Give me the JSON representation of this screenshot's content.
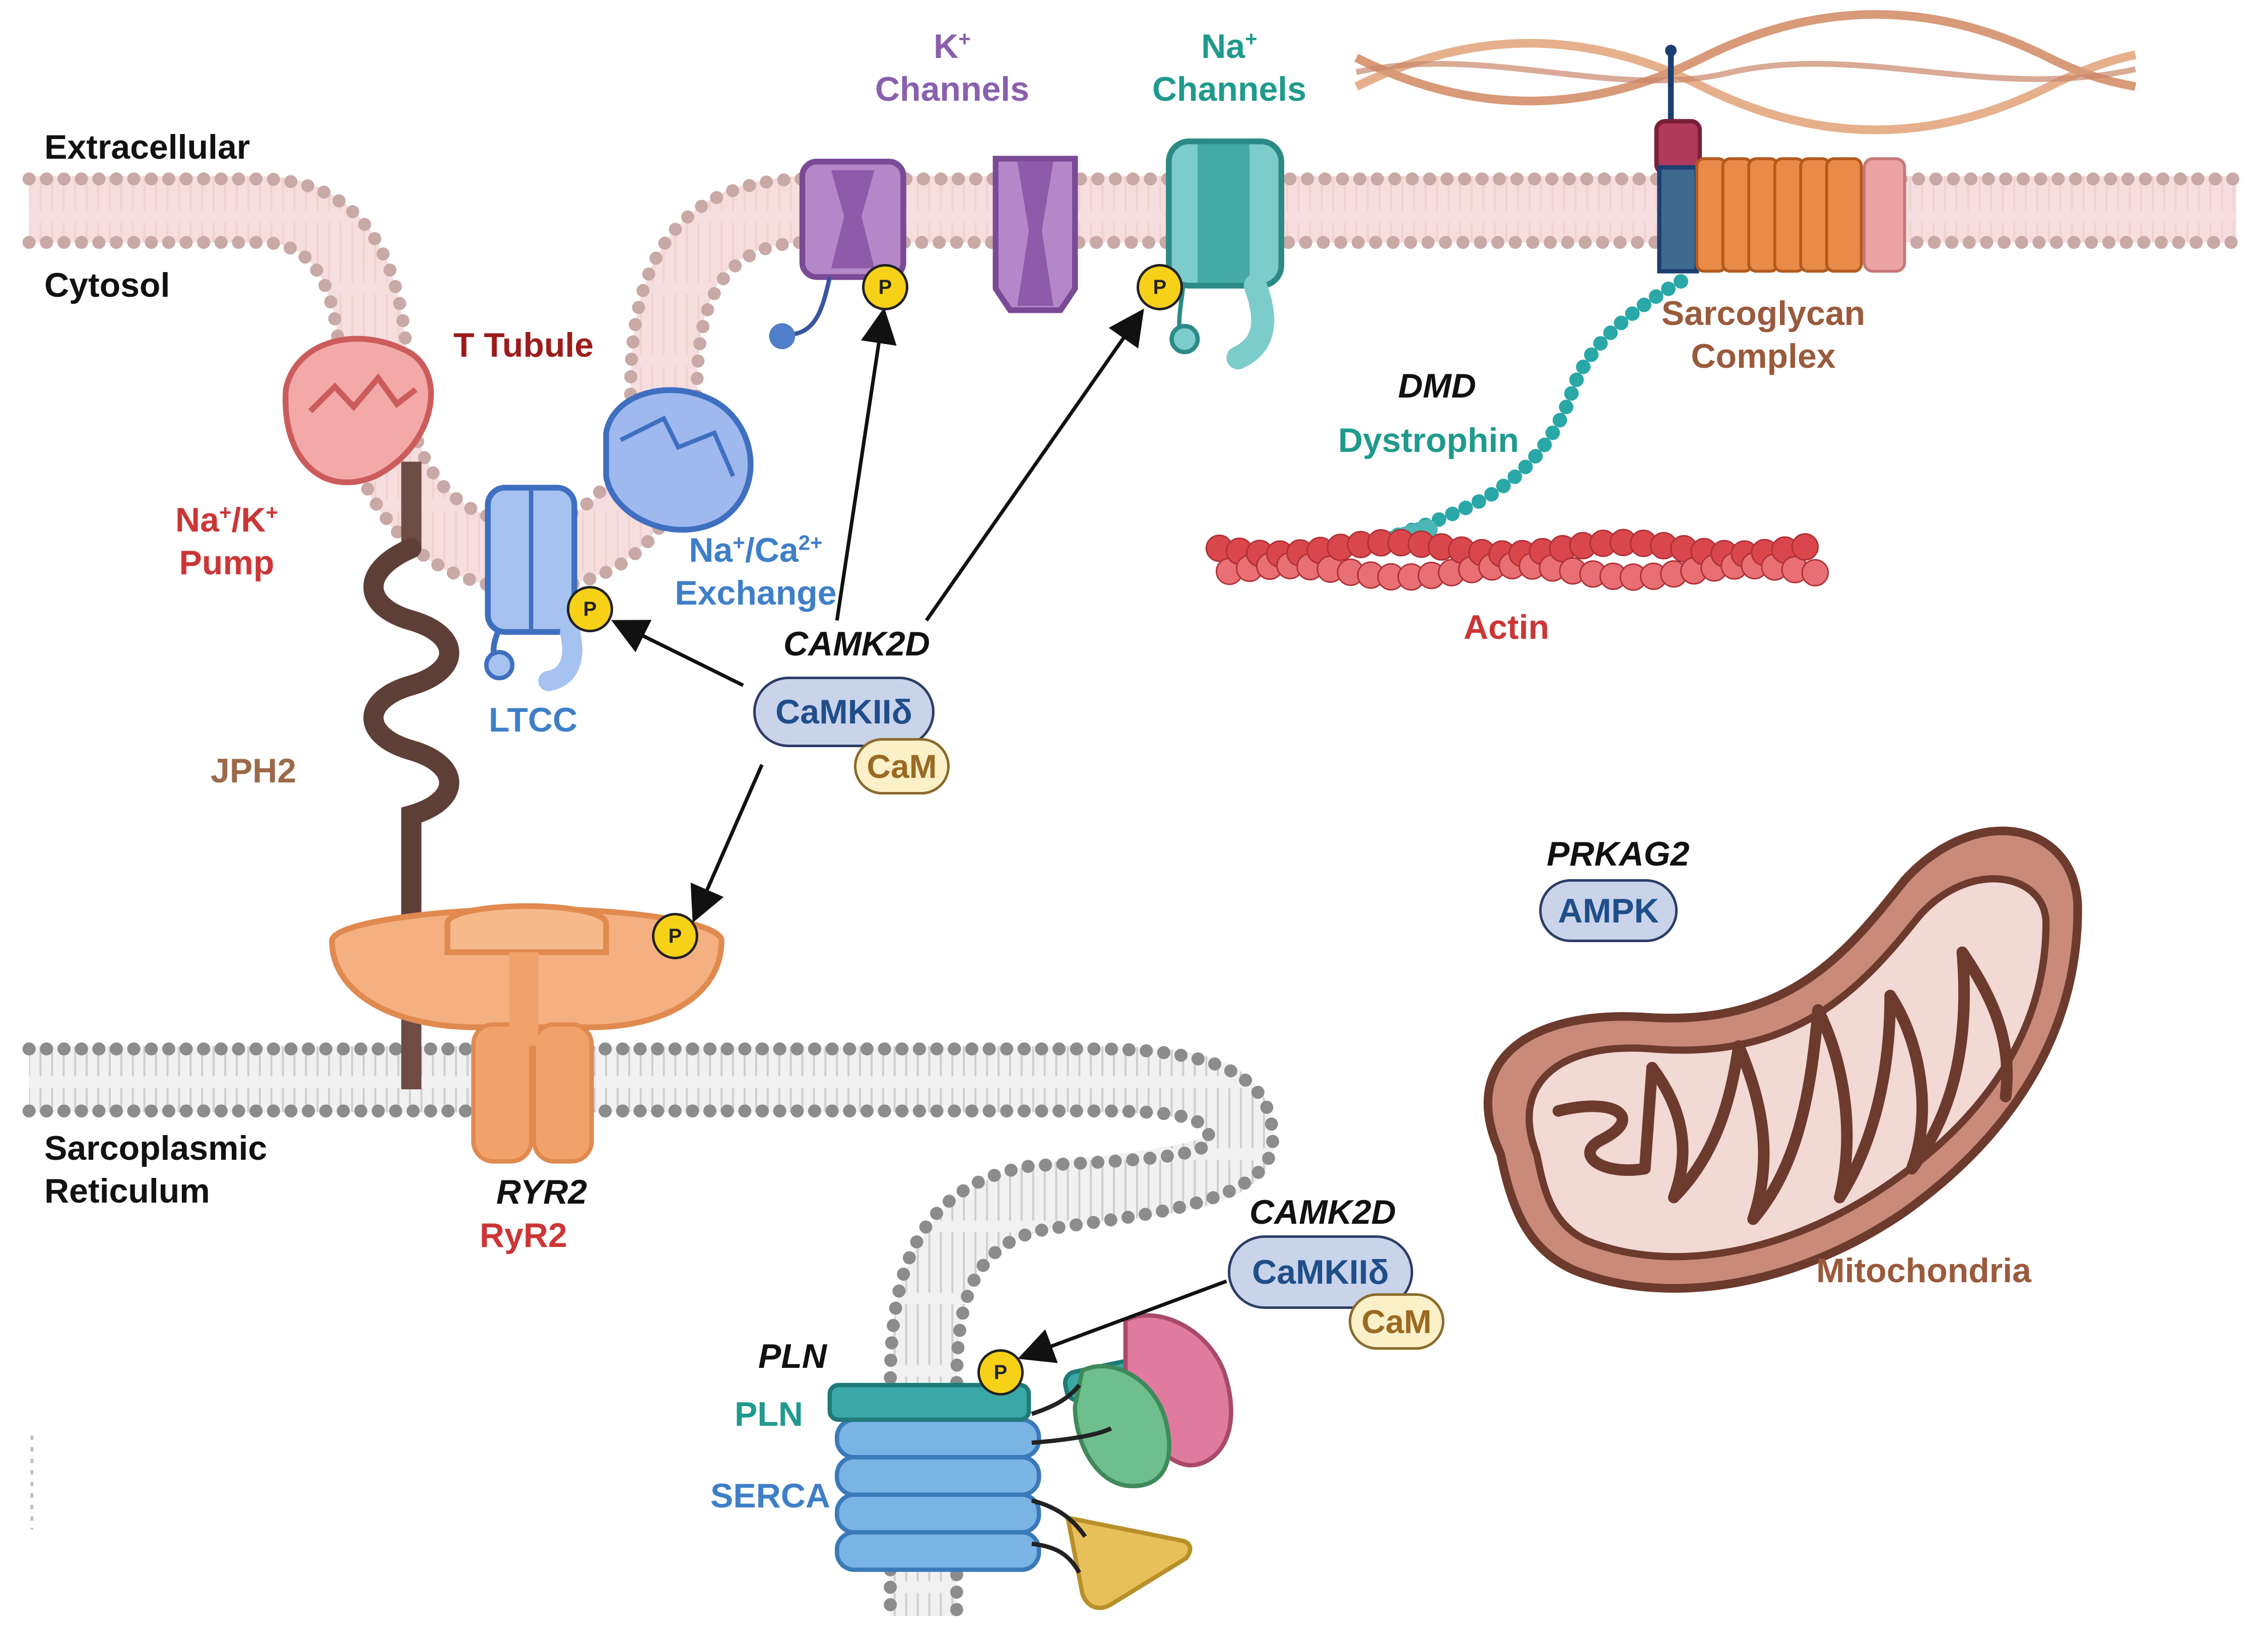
{
  "regions": {
    "extracellular": "Extracellular",
    "cytosol": "Cytosol",
    "sarcoplasmic_reticulum": [
      "Sarcoplasmic",
      "Reticulum"
    ]
  },
  "labels": {
    "t_tubule": "T Tubule",
    "pump": {
      "line1_main": "Na",
      "line1_sup1": "+",
      "line1_sep": "/K",
      "line1_sup2": "+",
      "line2": "Pump"
    },
    "k_channels": {
      "line1_main": "K",
      "line1_sup": "+",
      "line2": "Channels"
    },
    "na_channels": {
      "line1_main": "Na",
      "line1_sup": "+",
      "line2": "Channels"
    },
    "ncx": {
      "line1_main": "Na",
      "line1_sup1": "+",
      "line1_sep": "/Ca",
      "line1_sup2": "2+",
      "line2": "Exchange"
    },
    "ltcc": "LTCC",
    "jph2": "JPH2",
    "sarcoglycan": [
      "Sarcoglycan",
      "Complex"
    ],
    "dmd_gene": "DMD",
    "dystrophin": "Dystrophin",
    "actin": "Actin",
    "camk2d_gene_top": "CAMK2D",
    "camk2d_gene_bottom": "CAMK2D",
    "prkag2_gene": "PRKAG2",
    "ryr2_gene": "RYR2",
    "ryr2_protein": "RyR2",
    "pln_gene": "PLN",
    "pln_protein": "PLN",
    "serca": "SERCA",
    "mitochondria": "Mitochondria"
  },
  "pills": {
    "camkii_top": "CaMKIIδ",
    "cam_top": "CaM",
    "camkii_bottom": "CaMKIIδ",
    "cam_bottom": "CaM",
    "ampk": "AMPK"
  },
  "phospho_badge": "P",
  "colors": {
    "black": "#111111",
    "t_tubule": "#9c1c1c",
    "pump": "#cc3636",
    "k_channels": "#8a5fae",
    "na_channels": "#1f9a8c",
    "ncx": "#3f7fc8",
    "ltcc": "#3f7fc8",
    "jph2": "#9b6a4a",
    "sarcoglycan": "#9a5a3c",
    "dystrophin": "#1f9a8c",
    "actin": "#cc3636",
    "ryr2": "#cc3636",
    "pln": "#1f9a8c",
    "serca": "#3f7fc8",
    "mitochondria": "#9a5a3c",
    "membrane_head": "#c8a9a6",
    "sr_head": "#8c8c8c"
  }
}
